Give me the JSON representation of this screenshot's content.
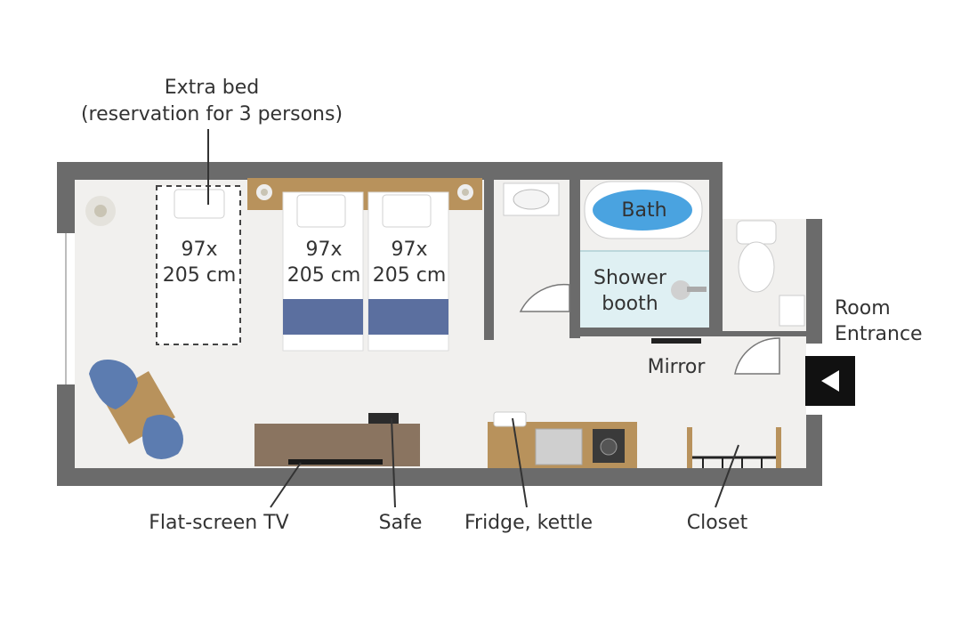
{
  "labels": {
    "extra_bed": "Extra bed\n(reservation for 3 persons)",
    "bed_extra_size": "97x\n205 cm",
    "bed_1_size": "97x\n205 cm",
    "bed_2_size": "97x\n205 cm",
    "bath": "Bath",
    "shower_booth": "Shower\nbooth",
    "mirror": "Mirror",
    "room_entrance": "Room\nEntrance",
    "flat_screen_tv": "Flat-screen TV",
    "safe": "Safe",
    "fridge_kettle": "Fridge, kettle",
    "closet": "Closet"
  },
  "colors": {
    "wall": "#6b6b6b",
    "floor": "#f1f0ee",
    "wood": "#b8925c",
    "desk": "#8a7460",
    "bed_stripe": "#5b6f9f",
    "chair": "#5c7cb0",
    "bath_water": "#4aa3e0",
    "shower": "#dff0f3"
  },
  "icons": {
    "entrance": "arrow-left-icon"
  }
}
